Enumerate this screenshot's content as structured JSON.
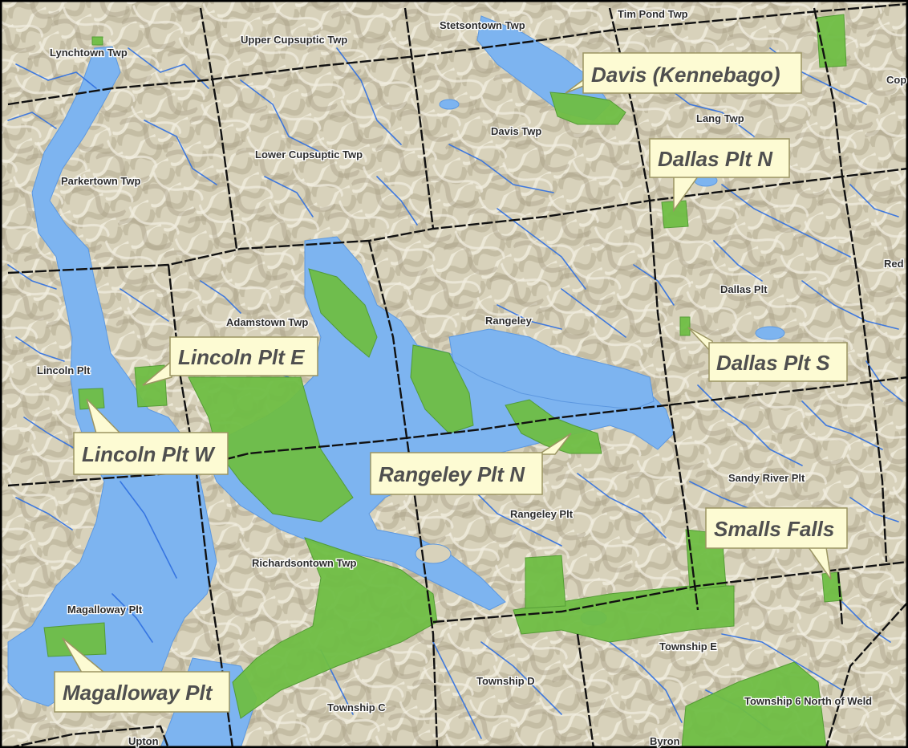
{
  "colors": {
    "terrain": "#d6d0b8",
    "terrain_shade": "#b9b29a",
    "water": "#7db4f0",
    "stream": "#2f6fe0",
    "public_land": "#6fbe45",
    "boundary": "#111111",
    "callout_fill": "#fdfbd3"
  },
  "townships": [
    {
      "id": "lynchtown",
      "label": "Lynchtown Twp"
    },
    {
      "id": "upper-cupsuptic",
      "label": "Upper Cupsuptic Twp"
    },
    {
      "id": "stetsontown",
      "label": "Stetsontown Twp"
    },
    {
      "id": "tim-pond",
      "label": "Tim Pond Twp"
    },
    {
      "id": "cop",
      "label": "Cop"
    },
    {
      "id": "lang",
      "label": "Lang Twp"
    },
    {
      "id": "davis",
      "label": "Davis Twp"
    },
    {
      "id": "lower-cupsuptic",
      "label": "Lower Cupsuptic Twp"
    },
    {
      "id": "parkertown",
      "label": "Parkertown Twp"
    },
    {
      "id": "rangeley",
      "label": "Rangeley"
    },
    {
      "id": "adamstown",
      "label": "Adamstown Twp"
    },
    {
      "id": "dallas",
      "label": "Dallas Plt"
    },
    {
      "id": "red",
      "label": "Red"
    },
    {
      "id": "lincoln",
      "label": "Lincoln Plt"
    },
    {
      "id": "sandy-river",
      "label": "Sandy River Plt"
    },
    {
      "id": "rangeley-plt",
      "label": "Rangeley Plt"
    },
    {
      "id": "richardsontown",
      "label": "Richardsontown Twp"
    },
    {
      "id": "magalloway",
      "label": "Magalloway Plt"
    },
    {
      "id": "township-e",
      "label": "Township E"
    },
    {
      "id": "township-d",
      "label": "Township D"
    },
    {
      "id": "township-c",
      "label": "Township C"
    },
    {
      "id": "township-6",
      "label": "Township 6 North of Weld"
    },
    {
      "id": "upton",
      "label": "Upton"
    },
    {
      "id": "byron",
      "label": "Byron"
    }
  ],
  "callouts": [
    {
      "id": "davis-kennebago",
      "label": "Davis (Kennebago)"
    },
    {
      "id": "dallas-plt-n",
      "label": "Dallas Plt N"
    },
    {
      "id": "dallas-plt-s",
      "label": "Dallas Plt S"
    },
    {
      "id": "lincoln-plt-e",
      "label": "Lincoln Plt E"
    },
    {
      "id": "lincoln-plt-w",
      "label": "Lincoln Plt W"
    },
    {
      "id": "rangeley-plt-n",
      "label": "Rangeley Plt N"
    },
    {
      "id": "smalls-falls",
      "label": "Smalls Falls"
    },
    {
      "id": "magalloway-plt",
      "label": "Magalloway Plt"
    }
  ]
}
